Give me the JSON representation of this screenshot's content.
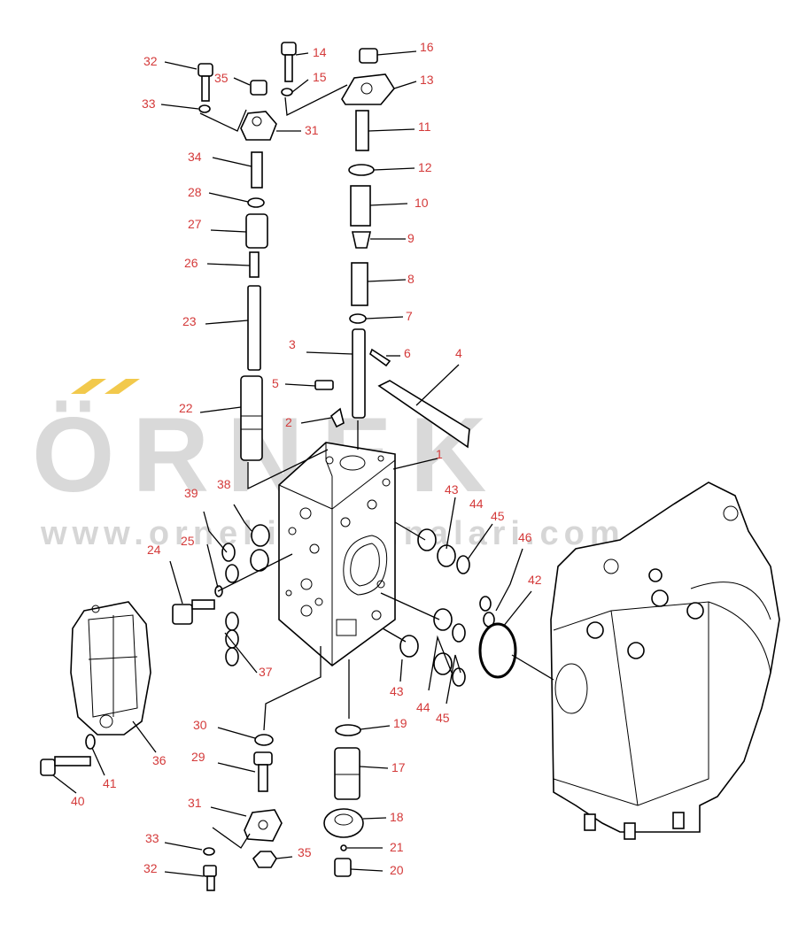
{
  "watermark": {
    "brand": "ÖRNEK",
    "url": "www.ornekismakinalari.com.tr",
    "brand_color": "#d9d9d9",
    "accent_color": "#f2c94c"
  },
  "callout_color": "#d43a3a",
  "callouts": [
    {
      "id": "c32a",
      "label": "32"
    },
    {
      "id": "c35a",
      "label": "35"
    },
    {
      "id": "c33a",
      "label": "33"
    },
    {
      "id": "c31a",
      "label": "31"
    },
    {
      "id": "c14",
      "label": "14"
    },
    {
      "id": "c15",
      "label": "15"
    },
    {
      "id": "c16",
      "label": "16"
    },
    {
      "id": "c13",
      "label": "13"
    },
    {
      "id": "c11",
      "label": "11"
    },
    {
      "id": "c12",
      "label": "12"
    },
    {
      "id": "c10",
      "label": "10"
    },
    {
      "id": "c9",
      "label": "9"
    },
    {
      "id": "c8",
      "label": "8"
    },
    {
      "id": "c7",
      "label": "7"
    },
    {
      "id": "c3",
      "label": "3"
    },
    {
      "id": "c6",
      "label": "6"
    },
    {
      "id": "c5",
      "label": "5"
    },
    {
      "id": "c4",
      "label": "4"
    },
    {
      "id": "c34",
      "label": "34"
    },
    {
      "id": "c28",
      "label": "28"
    },
    {
      "id": "c27",
      "label": "27"
    },
    {
      "id": "c26",
      "label": "26"
    },
    {
      "id": "c23",
      "label": "23"
    },
    {
      "id": "c22",
      "label": "22"
    },
    {
      "id": "c2",
      "label": "2"
    },
    {
      "id": "c1",
      "label": "1"
    },
    {
      "id": "c39",
      "label": "39"
    },
    {
      "id": "c38",
      "label": "38"
    },
    {
      "id": "c25",
      "label": "25"
    },
    {
      "id": "c24",
      "label": "24"
    },
    {
      "id": "c43a",
      "label": "43"
    },
    {
      "id": "c44a",
      "label": "44"
    },
    {
      "id": "c45a",
      "label": "45"
    },
    {
      "id": "c46",
      "label": "46"
    },
    {
      "id": "c42",
      "label": "42"
    },
    {
      "id": "c37",
      "label": "37"
    },
    {
      "id": "c43b",
      "label": "43"
    },
    {
      "id": "c44b",
      "label": "44"
    },
    {
      "id": "c45b",
      "label": "45"
    },
    {
      "id": "c30",
      "label": "30"
    },
    {
      "id": "c19",
      "label": "19"
    },
    {
      "id": "c29",
      "label": "29"
    },
    {
      "id": "c17",
      "label": "17"
    },
    {
      "id": "c36",
      "label": "36"
    },
    {
      "id": "c41",
      "label": "41"
    },
    {
      "id": "c40",
      "label": "40"
    },
    {
      "id": "c31b",
      "label": "31"
    },
    {
      "id": "c18",
      "label": "18"
    },
    {
      "id": "c33b",
      "label": "33"
    },
    {
      "id": "c35b",
      "label": "35"
    },
    {
      "id": "c21",
      "label": "21"
    },
    {
      "id": "c32b",
      "label": "32"
    },
    {
      "id": "c20",
      "label": "20"
    }
  ]
}
